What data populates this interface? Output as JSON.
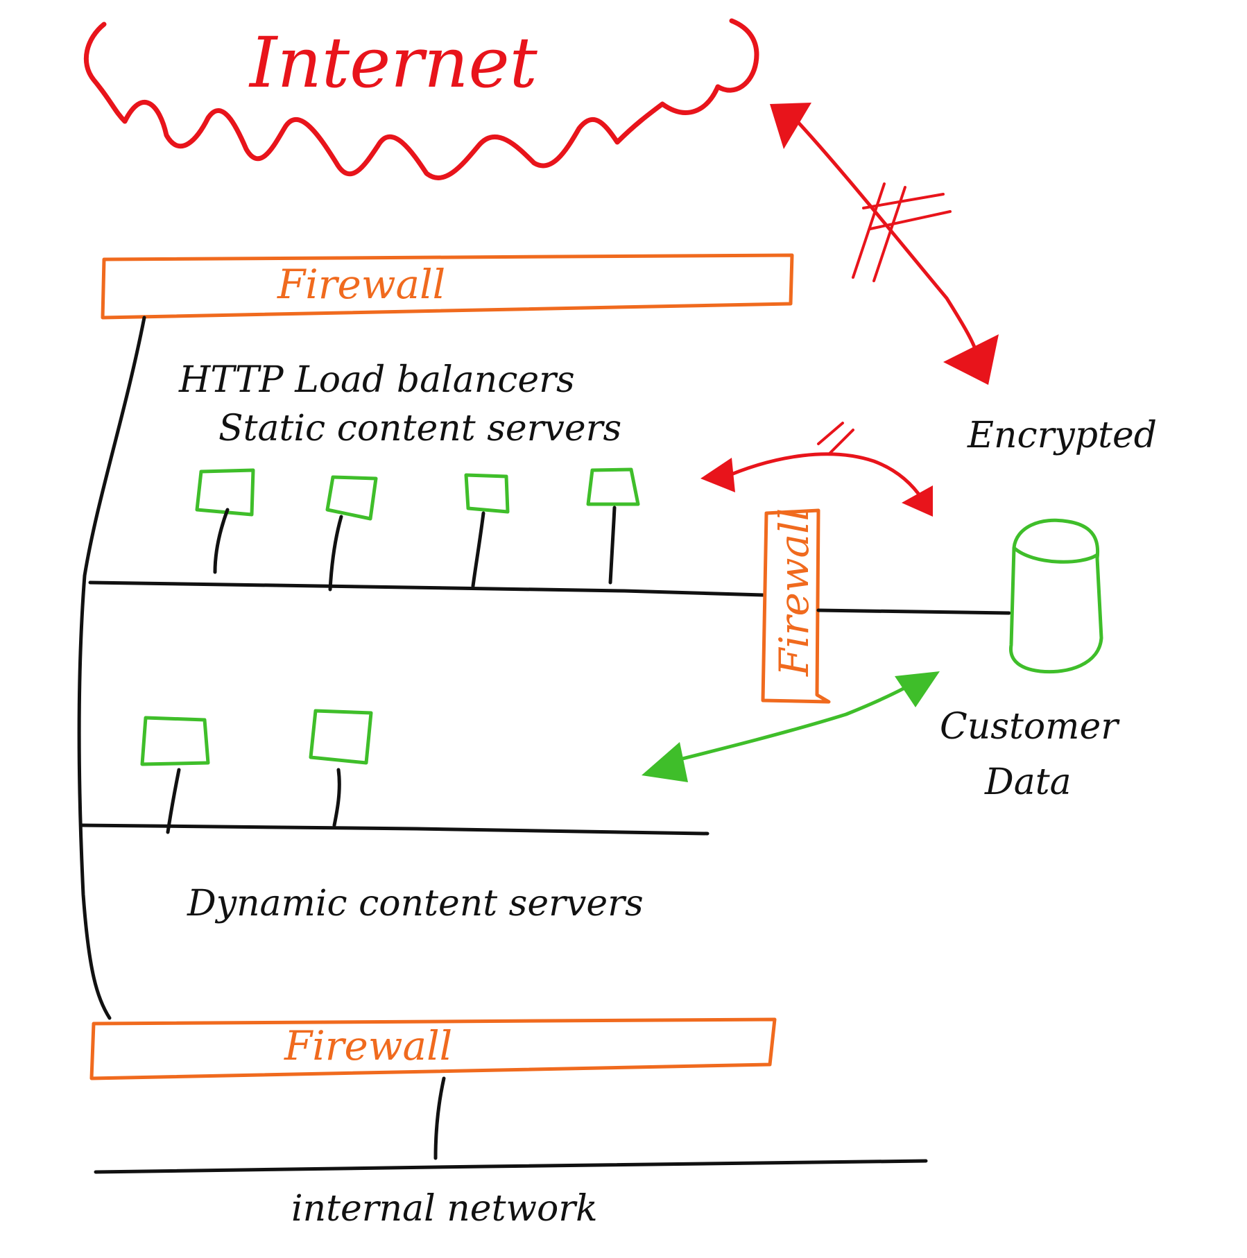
{
  "colors": {
    "internet": "#e8141b",
    "firewall": "#f06a1e",
    "server": "#3fbe2a",
    "line": "#111111",
    "encrypted_arrow": "#e8141b",
    "data_arrow": "#3fbe2a",
    "background": "#ffffff"
  },
  "labels": {
    "internet": "Internet",
    "firewall_top": "Firewall",
    "firewall_middle": "Firewall",
    "firewall_bottom": "Firewall",
    "http_load_balancers": "HTTP Load balancers",
    "static_content_servers": "Static content servers",
    "encrypted": "Encrypted",
    "customer_data_line1": "Customer",
    "customer_data_line2": "Data",
    "dynamic_content_servers": "Dynamic content servers",
    "internal_network": "internal network"
  },
  "icons": {
    "cloud": "internet-cloud-icon",
    "server": "server-box-icon",
    "database": "database-cylinder-icon"
  }
}
